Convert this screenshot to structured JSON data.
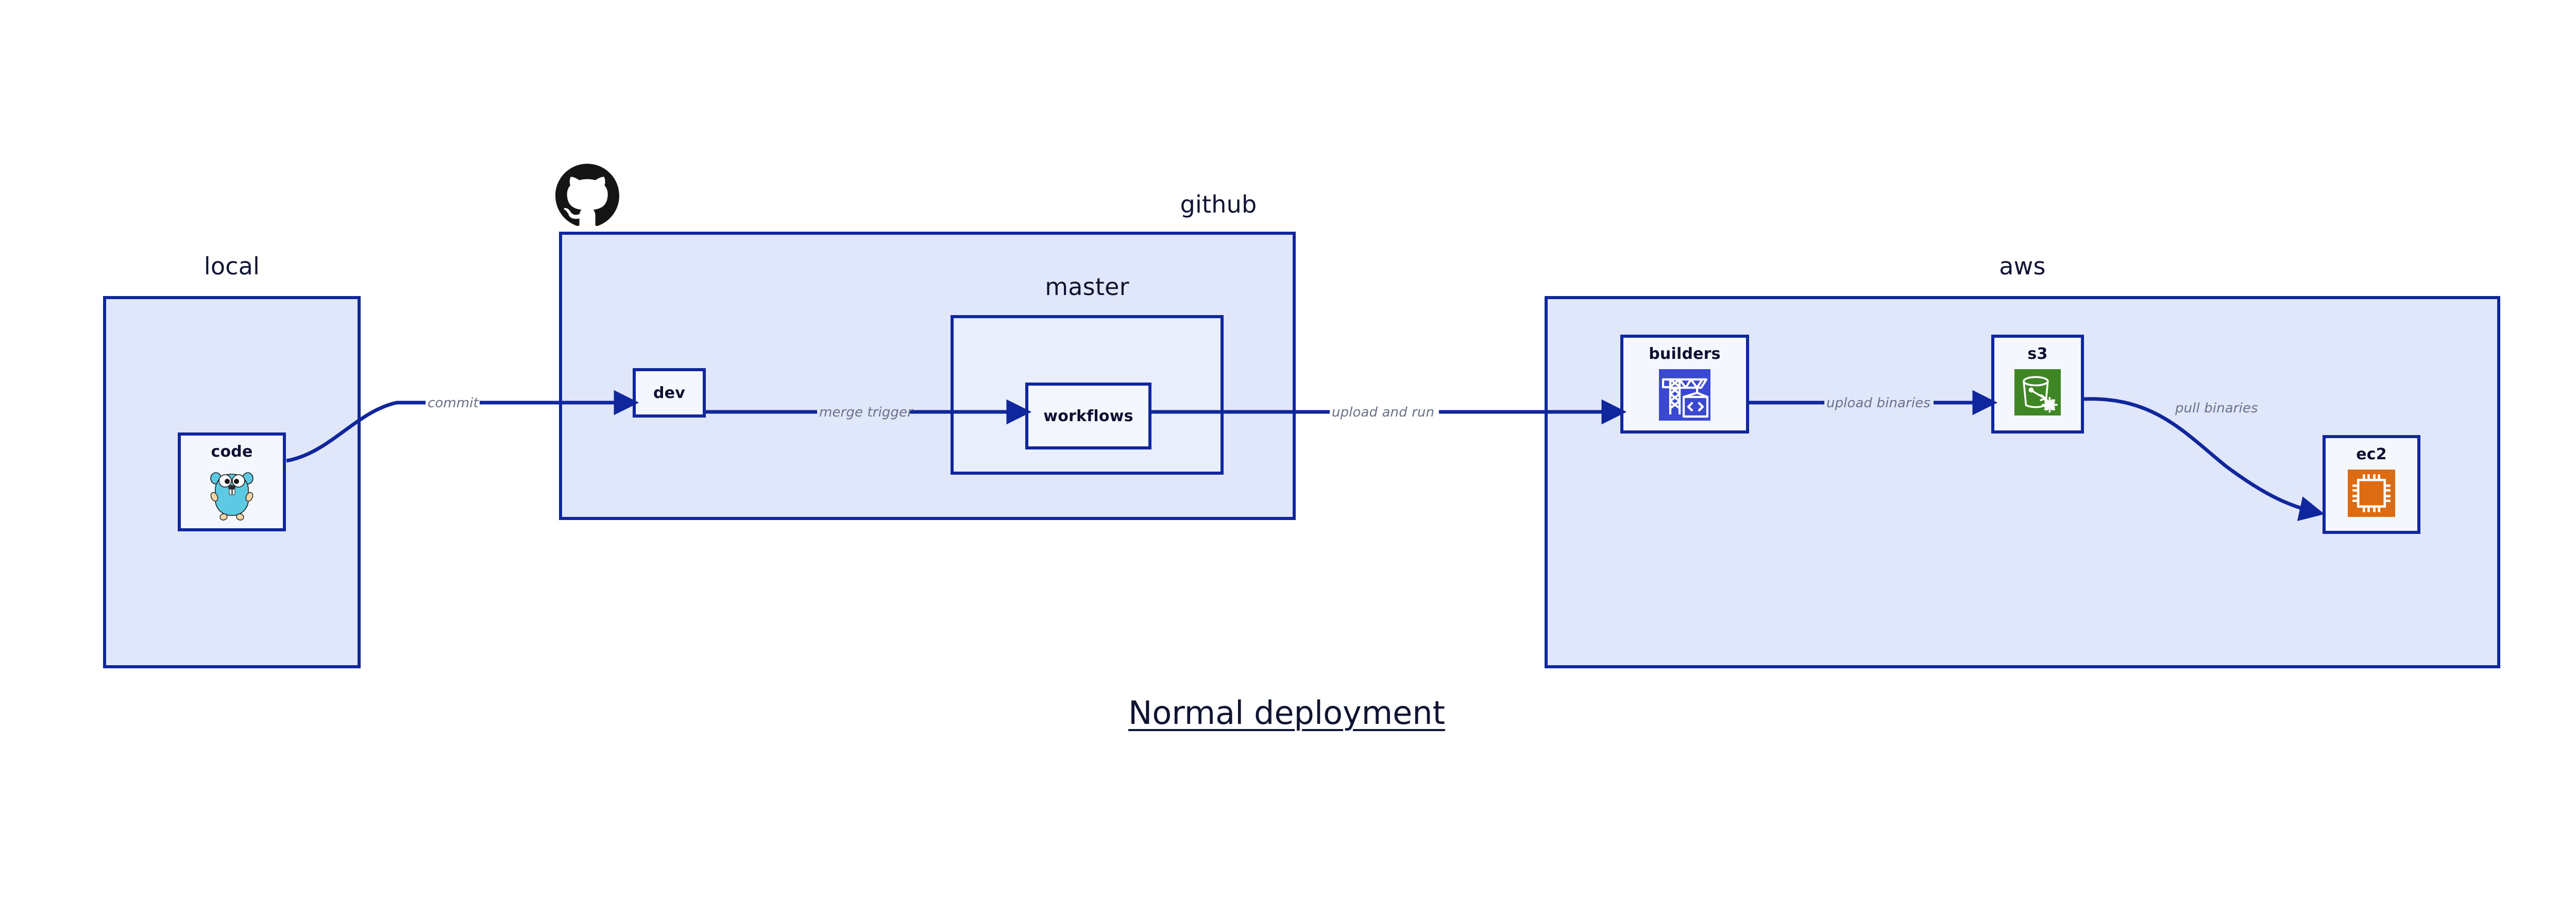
{
  "diagram": {
    "caption": "Normal deployment",
    "accent_color": "#10269c",
    "group_fill": "#e1e7fa",
    "node_fill": "#f4f7fd",
    "label_color": "#6a7287",
    "title_color": "#101433"
  },
  "groups": [
    {
      "id": "local",
      "label": "local"
    },
    {
      "id": "github",
      "label": "github"
    },
    {
      "id": "master",
      "label": "master"
    },
    {
      "id": "aws",
      "label": "aws"
    }
  ],
  "nodes": [
    {
      "id": "code",
      "label": "code",
      "icon": "go-gopher-icon",
      "icon_color": "#5dc9e2"
    },
    {
      "id": "dev",
      "label": "dev",
      "icon": "none",
      "icon_color": ""
    },
    {
      "id": "workflows",
      "label": "workflows",
      "icon": "none",
      "icon_color": ""
    },
    {
      "id": "builders",
      "label": "builders",
      "icon": "crane-code-icon",
      "icon_color": "#3b49d2"
    },
    {
      "id": "s3",
      "label": "s3",
      "icon": "s3-bucket-glacier-icon",
      "icon_color": "#3f8624"
    },
    {
      "id": "ec2",
      "label": "ec2",
      "icon": "cpu-chip-icon",
      "icon_color": "#dd6b12"
    }
  ],
  "edges": [
    {
      "id": "code-to-dev",
      "label": "commit",
      "from": "code",
      "to": "dev"
    },
    {
      "id": "dev-to-workflows",
      "label": "merge trigger",
      "from": "dev",
      "to": "workflows"
    },
    {
      "id": "workflows-to-builders",
      "label": "upload and run",
      "from": "workflows",
      "to": "builders"
    },
    {
      "id": "builders-to-s3",
      "label": "upload binaries",
      "from": "builders",
      "to": "s3"
    },
    {
      "id": "s3-to-ec2",
      "label": "pull binaries",
      "from": "s3",
      "to": "ec2"
    }
  ],
  "brand": {
    "github_mark": "github-octocat-icon"
  }
}
